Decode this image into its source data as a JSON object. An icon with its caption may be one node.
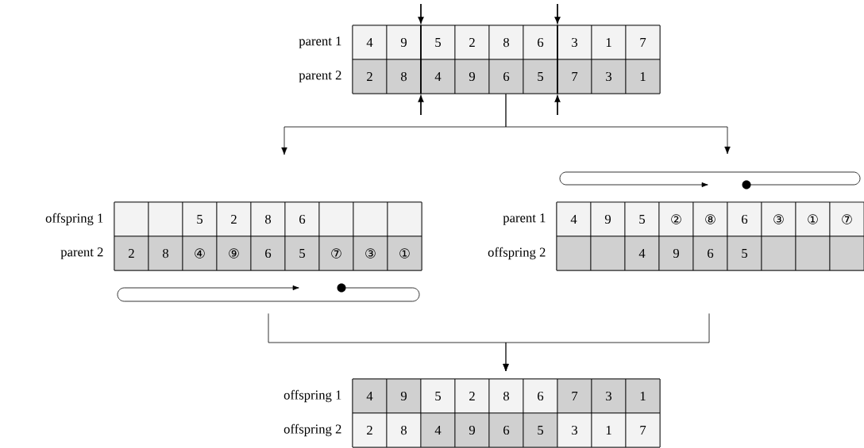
{
  "diagram": {
    "nodes": [
      {
        "text": [
          "parent 1"
        ]
      },
      {
        "text": [
          "4"
        ],
        "in": 0
      },
      {
        "text": [
          "9"
        ],
        "in": 0
      },
      {
        "text": [
          "5"
        ],
        "in": 0
      },
      {
        "text": [
          "2"
        ],
        "in": 0
      },
      {
        "text": [
          "8"
        ],
        "in": 0
      },
      {
        "text": [
          "6"
        ],
        "in": 0
      },
      {
        "text": [
          "3"
        ],
        "in": 0
      },
      {
        "text": [
          "1"
        ],
        "in": 0
      },
      {
        "text": [
          "7"
        ],
        "in": 0
      },
      {
        "text": [
          "parent 2"
        ]
      },
      {
        "text": [
          "2"
        ],
        "in": 10
      },
      {
        "text": [
          "8"
        ],
        "in": 10
      },
      {
        "text": [
          "4"
        ],
        "in": 10
      },
      {
        "text": [
          "9"
        ],
        "in": 10
      },
      {
        "text": [
          "6"
        ],
        "in": 10
      },
      {
        "text": [
          "5"
        ],
        "in": 10
      },
      {
        "text": [
          "7"
        ],
        "in": 10
      },
      {
        "text": [
          "3"
        ],
        "in": 10
      },
      {
        "text": [
          "1"
        ],
        "in": 10
      },
      {
        "text": [
          "offspring 1"
        ]
      },
      {
        "text": [],
        "shape": "box",
        "in": 20
      },
      {
        "text": [],
        "shape": "box",
        "in": 20
      },
      {
        "text": [
          "5"
        ],
        "in": 20
      },
      {
        "text": [
          "2"
        ],
        "in": 20
      },
      {
        "text": [
          "8"
        ],
        "in": 20
      },
      {
        "text": [
          "6"
        ],
        "in": 20
      },
      {
        "text": [],
        "shape": "box",
        "in": 20
      },
      {
        "text": [],
        "shape": "box",
        "in": 20
      },
      {
        "text": [],
        "shape": "box",
        "in": 20
      },
      {
        "text": [
          "parent 2"
        ]
      },
      {
        "text": [
          "2"
        ],
        "in": 30
      },
      {
        "text": [
          "8"
        ],
        "in": 30
      },
      {
        "text": [
          "④"
        ],
        "in": 30
      },
      {
        "text": [
          "⑨"
        ],
        "in": 30
      },
      {
        "text": [
          "6"
        ],
        "in": 30
      },
      {
        "text": [
          "5"
        ],
        "in": 30
      },
      {
        "text": [
          "⑦"
        ],
        "in": 30
      },
      {
        "text": [
          "③"
        ],
        "in": 30
      },
      {
        "text": [
          "①"
        ],
        "in": 30
      },
      {
        "text": [
          "parent 1"
        ]
      },
      {
        "text": [
          "4"
        ],
        "in": 40
      },
      {
        "text": [
          "9"
        ],
        "in": 40
      },
      {
        "text": [
          "5"
        ],
        "in": 40
      },
      {
        "text": [
          "②"
        ],
        "in": 40
      },
      {
        "text": [
          "⑧"
        ],
        "in": 40
      },
      {
        "text": [
          "6"
        ],
        "in": 40
      },
      {
        "text": [
          "③"
        ],
        "in": 40
      },
      {
        "text": [
          "①"
        ],
        "in": 40
      },
      {
        "text": [
          "⑦"
        ],
        "in": 40
      },
      {
        "text": [
          "offspring 2"
        ]
      },
      {
        "text": [],
        "shape": "box",
        "in": 50
      },
      {
        "text": [],
        "shape": "box",
        "in": 50
      },
      {
        "text": [
          "4"
        ],
        "in": 50
      },
      {
        "text": [
          "9"
        ],
        "in": 50
      },
      {
        "text": [
          "6"
        ],
        "in": 50
      },
      {
        "text": [
          "5"
        ],
        "in": 50
      },
      {
        "text": [],
        "shape": "box",
        "in": 50
      },
      {
        "text": [],
        "shape": "box",
        "in": 50
      },
      {
        "text": [],
        "shape": "box",
        "in": 50
      },
      {
        "text": [
          "offspring 1"
        ]
      },
      {
        "text": [
          "4"
        ],
        "in": 60
      },
      {
        "text": [
          "9"
        ],
        "in": 60
      },
      {
        "text": [
          "5"
        ],
        "in": 60
      },
      {
        "text": [
          "2"
        ],
        "in": 60
      },
      {
        "text": [
          "8"
        ],
        "in": 60
      },
      {
        "text": [
          "6"
        ],
        "in": 60
      },
      {
        "text": [
          "7"
        ],
        "in": 60
      },
      {
        "text": [
          "3"
        ],
        "in": 60
      },
      {
        "text": [
          "1"
        ],
        "in": 60
      },
      {
        "text": [
          "offspring 2"
        ]
      },
      {
        "text": [
          "2"
        ],
        "in": 70
      },
      {
        "text": [
          "8"
        ],
        "in": 70
      },
      {
        "text": [
          "4"
        ],
        "in": 70
      },
      {
        "text": [
          "9"
        ],
        "in": 70
      },
      {
        "text": [
          "6"
        ],
        "in": 70
      },
      {
        "text": [
          "5"
        ],
        "in": 70
      },
      {
        "text": [
          "3"
        ],
        "in": 70
      },
      {
        "text": [
          "1"
        ],
        "in": 70
      },
      {
        "text": [
          "7"
        ],
        "in": 70
      }
    ],
    "edges": [
      {
        "from": 10,
        "to": 20,
        "arrow": "to"
      },
      {
        "from": 10,
        "to": 40,
        "arrow": "to"
      },
      {
        "from": 30,
        "to": 60,
        "arrow": "to"
      },
      {
        "from": 50,
        "to": 60,
        "arrow": "to"
      }
    ]
  }
}
